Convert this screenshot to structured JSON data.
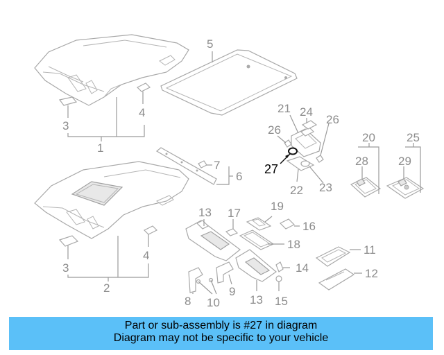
{
  "banner": {
    "line1": "Part or sub-assembly is #27 in diagram",
    "line2": "Diagram may not be specific to your vehicle",
    "background": "#5bc0f8"
  },
  "highlight_part": "27",
  "callouts": {
    "c1": "1",
    "c2": "2",
    "c3a": "3",
    "c3b": "3",
    "c4a": "4",
    "c4b": "4",
    "c5": "5",
    "c6": "6",
    "c7": "7",
    "c8": "8",
    "c9": "9",
    "c10": "10",
    "c11": "11",
    "c12": "12",
    "c13a": "13",
    "c13b": "13",
    "c14": "14",
    "c15": "15",
    "c16": "16",
    "c17": "17",
    "c18": "18",
    "c19": "19",
    "c20": "20",
    "c21": "21",
    "c22": "22",
    "c23": "23",
    "c24": "24",
    "c25": "25",
    "c26a": "26",
    "c26b": "26",
    "c27": "27",
    "c28": "28",
    "c29": "29"
  }
}
